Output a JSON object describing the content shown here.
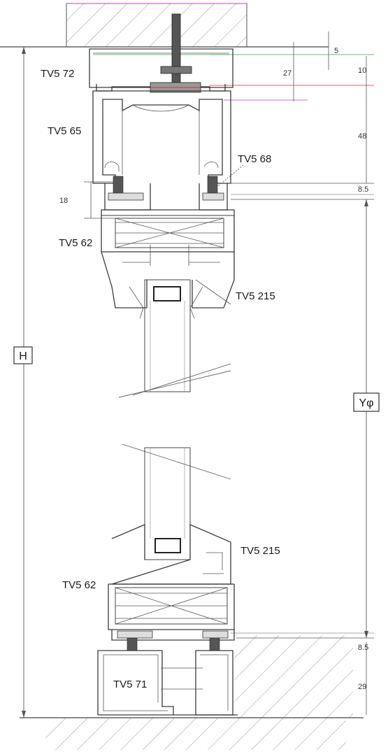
{
  "labels": {
    "tv5_72": "TV5 72",
    "tv5_65": "TV5 65",
    "tv5_68": "TV5 68",
    "tv5_62_top": "TV5 62",
    "tv5_215_top": "TV5 215",
    "tv5_215_bottom": "TV5 215",
    "tv5_62_bottom": "TV5 62",
    "tv5_71": "TV5 71"
  },
  "dimensions": {
    "d5": "5",
    "d27": "27",
    "d10": "10",
    "d48": "48",
    "d18": "18",
    "d8_5_top": "8.5",
    "d8_5_bottom": "8.5",
    "d29": "29"
  },
  "boxed": {
    "h": "H",
    "y_phi": "Yφ"
  },
  "colors": {
    "line": "#3a3a3a",
    "hatch": "#888888",
    "accent_green": "#33aa44",
    "accent_red": "#cc3344",
    "accent_magenta": "#bb44bb"
  }
}
